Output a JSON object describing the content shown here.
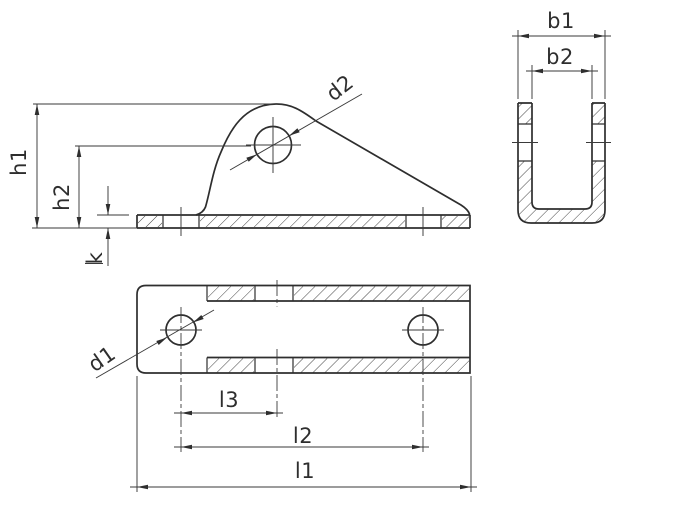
{
  "drawing": {
    "background_color": "#ffffff",
    "line_color": "#2e2e2e",
    "dims": {
      "h1": "h1",
      "h2": "h2",
      "k": "k",
      "d2": "d2",
      "b1": "b1",
      "b2": "b2",
      "d1": "d1",
      "l1": "l1",
      "l2": "l2",
      "l3": "l3"
    }
  }
}
